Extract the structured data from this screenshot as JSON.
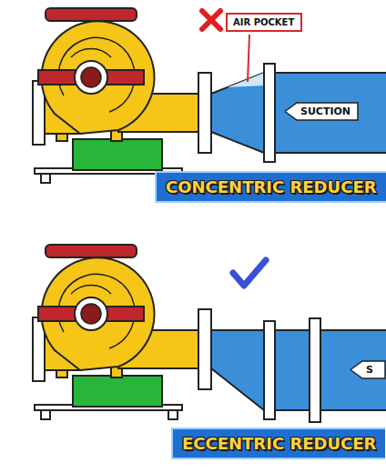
{
  "diagram": {
    "nodes": [
      {
        "text": [
          "AIR POCKET"
        ]
      },
      {
        "text": [
          "SUCTION"
        ]
      },
      {
        "text": [
          "CONCENTRIC REDUCER"
        ]
      },
      {
        "text": [
          "S"
        ]
      },
      {
        "text": [
          "ECCENTRIC REDUCER"
        ]
      }
    ]
  }
}
